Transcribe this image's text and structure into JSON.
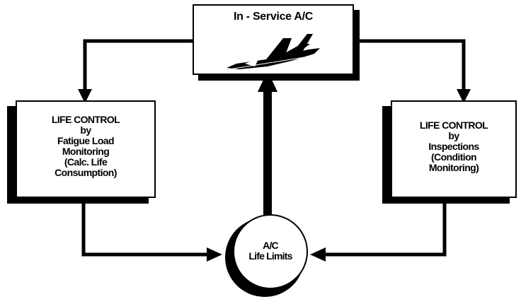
{
  "diagram": {
    "top_box": {
      "title": "In - Service A/C"
    },
    "left_box": {
      "lines": [
        "LIFE CONTROL",
        "by",
        "Fatigue Load",
        "Monitoring",
        "(Calc. Life",
        "Consumption)"
      ]
    },
    "right_box": {
      "lines": [
        "LIFE CONTROL",
        "by",
        "Inspections",
        "(Condition",
        "Monitoring)"
      ]
    },
    "center_circle": {
      "lines": [
        "A/C",
        "Life Limits"
      ]
    }
  }
}
